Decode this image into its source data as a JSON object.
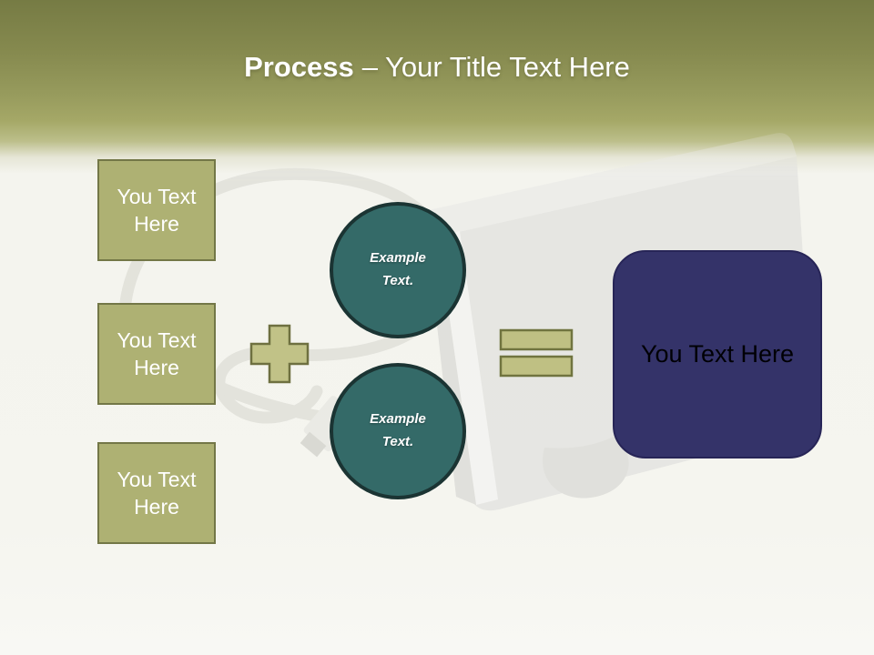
{
  "title": {
    "bold": "Process",
    "rest": "– Your Title Text Here"
  },
  "left_boxes": [
    {
      "label": "You Text\nHere"
    },
    {
      "label": "You Text\nHere"
    },
    {
      "label": "You Text\nHere"
    }
  ],
  "operators": {
    "plus": "plus-sign",
    "equals": "equals-sign"
  },
  "circles": [
    {
      "label": "Example\nText."
    },
    {
      "label": "Example\nText."
    }
  ],
  "result_box": {
    "label": "You Text Here"
  },
  "background": {
    "photo": "external-hard-drive-with-usb-cable"
  },
  "colors": {
    "header_top": "#767b44",
    "header_mid": "#a5a867",
    "slide_bg": "#f5f5ef",
    "box_fill": "#aeb173",
    "box_border": "#737747",
    "operator_fill": "#c1c287",
    "operator_border": "#6e7040",
    "circle_fill": "#346a68",
    "circle_border": "#1b3433",
    "result_fill": "#343369",
    "result_border": "#272557",
    "title_color": "#ffffff",
    "box_text_color": "#ffffff",
    "result_text_color": "#000000"
  }
}
